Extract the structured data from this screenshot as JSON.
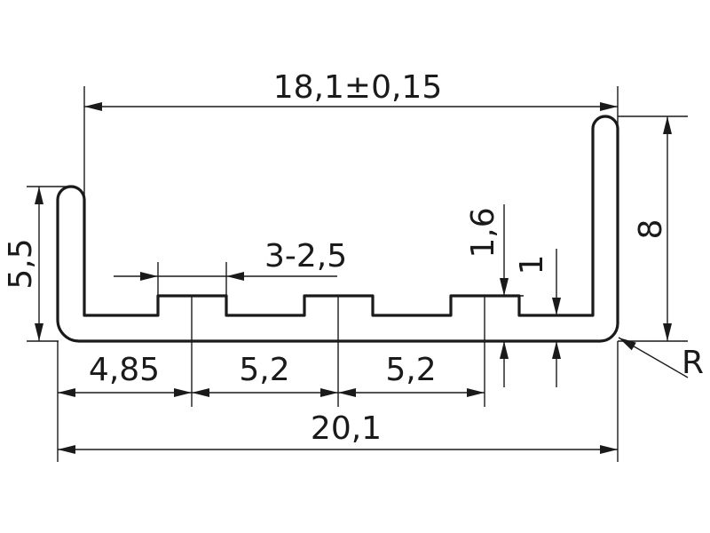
{
  "drawing": {
    "dimensions": {
      "inner_width": "18,1±0,15",
      "total_width": "20,1",
      "left_wall_height": "5,5",
      "right_wall_height": "8",
      "slot_spec": "3-2,5",
      "step_1_6": "1,6",
      "thickness_1": "1",
      "offset_4_85": "4,85",
      "pitch_1": "5,2",
      "pitch_2": "5,2",
      "radius": "R"
    }
  }
}
